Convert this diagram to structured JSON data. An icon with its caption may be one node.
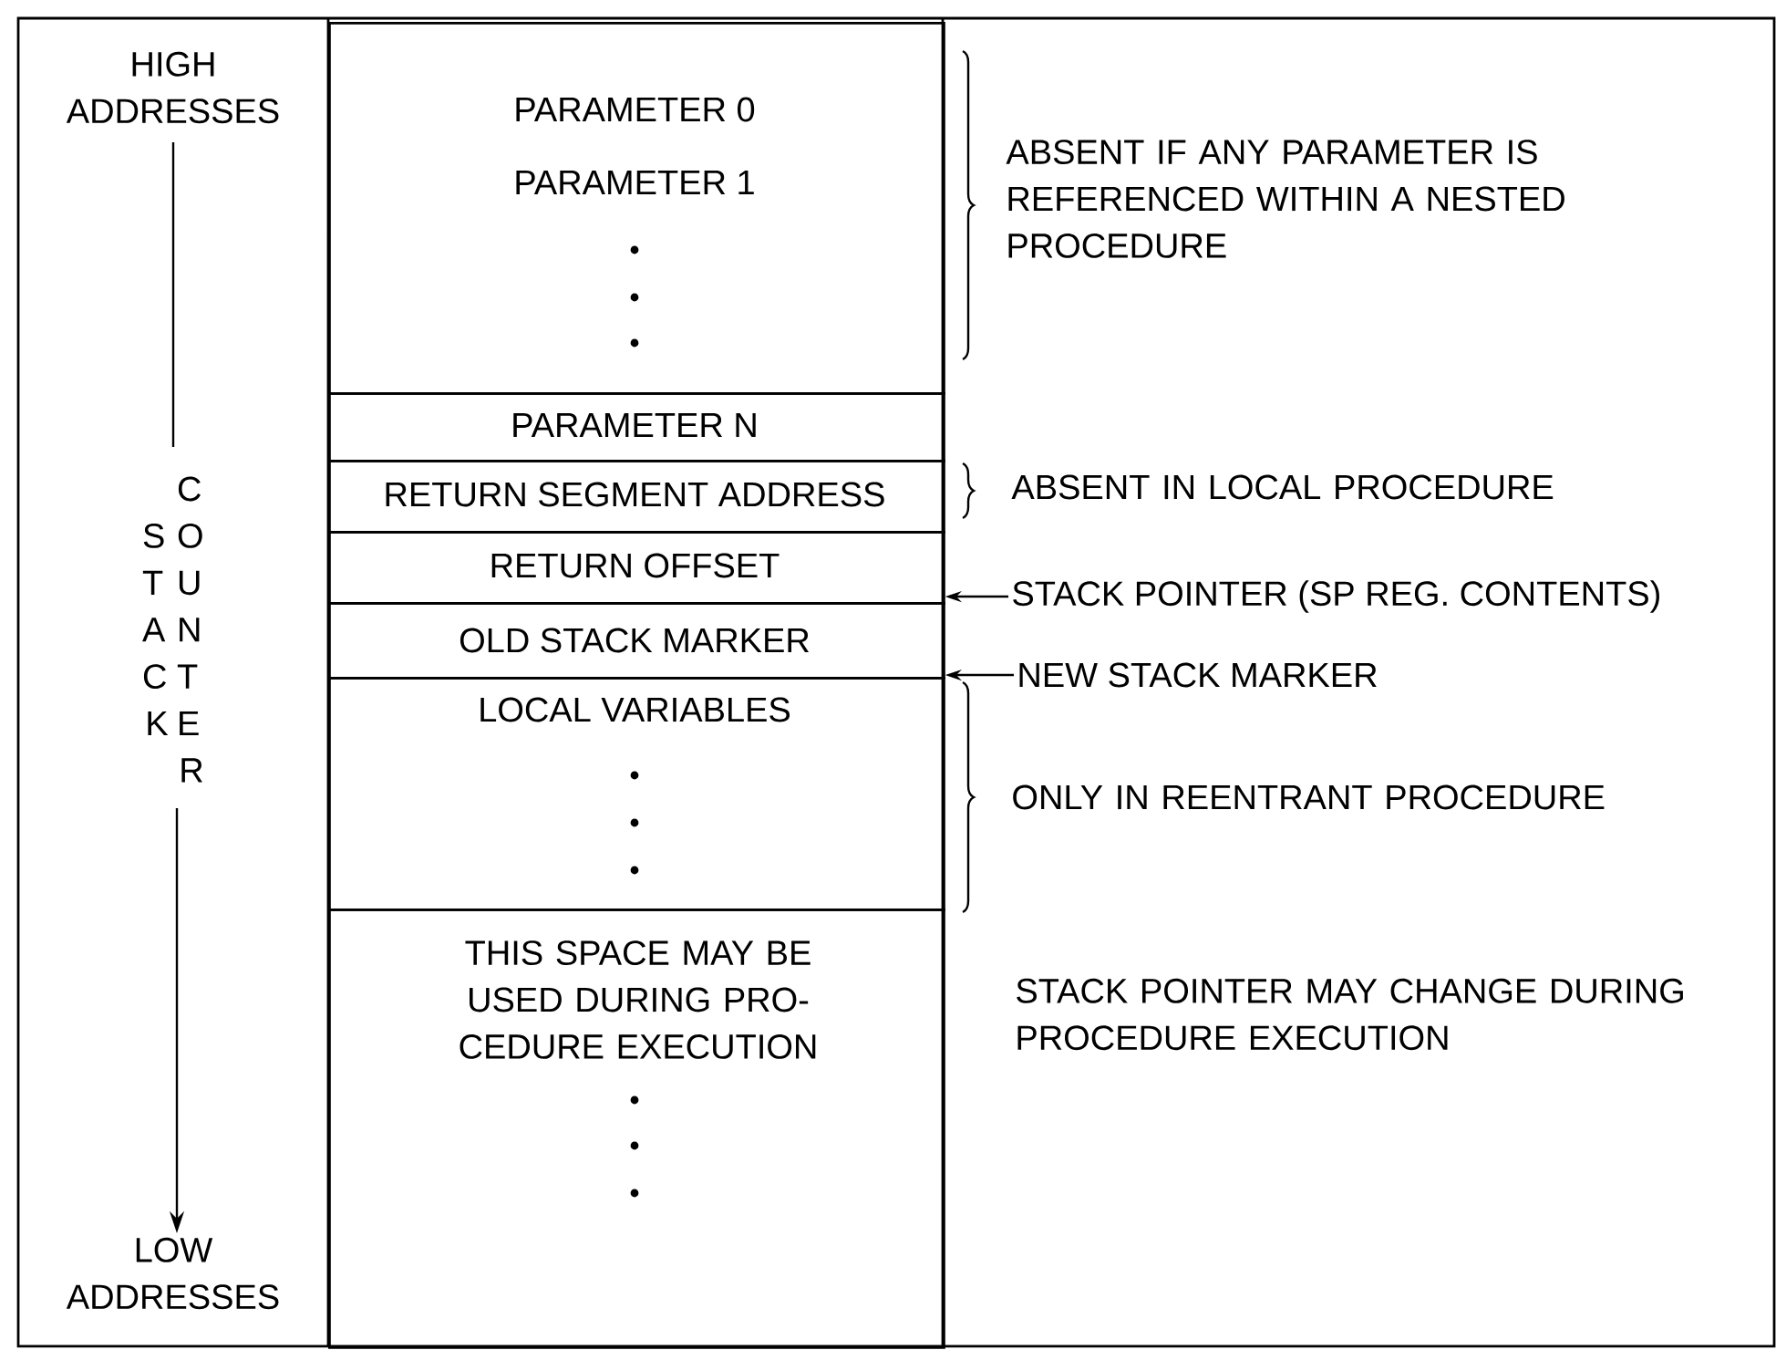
{
  "diagram": {
    "nodes": [
      {
        "text": [
          "PARAMETER 0",
          "PARAMETER 1"
        ]
      },
      {
        "text": [
          "PARAMETER N"
        ]
      },
      {
        "text": [
          "RETURN SEGMENT ADDRESS"
        ]
      },
      {
        "text": [
          "RETURN OFFSET"
        ]
      },
      {
        "text": [
          "OLD STACK MARKER"
        ]
      },
      {
        "text": [
          "LOCAL VARIABLES"
        ]
      },
      {
        "text": [
          "THIS SPACE MAY BE USED DURING PRO- CEDURE EXECUTION"
        ]
      },
      {
        "text": [
          "STACK POINTER (SP REG. CONTENTS)"
        ]
      },
      {
        "text": [
          "NEW STACK MARKER"
        ]
      }
    ],
    "edges": [
      {
        "from": 7,
        "to": 3,
        "arrow": "to"
      },
      {
        "from": 8,
        "to": 4,
        "arrow": "to"
      }
    ],
    "labels": [
      "HIGH ADDRESSES",
      "STACK",
      "COUNTER",
      "LOW ADDRESSES",
      "ABSENT IF ANY PARAMETER IS REFERENCED WITHIN A NESTED PROCEDURE",
      "ABSENT IN LOCAL PROCEDURE",
      "ONLY IN REENTRANT PROCEDURE",
      "STACK POINTER MAY CHANGE DURING PROCEDURE EXECUTION"
    ]
  }
}
